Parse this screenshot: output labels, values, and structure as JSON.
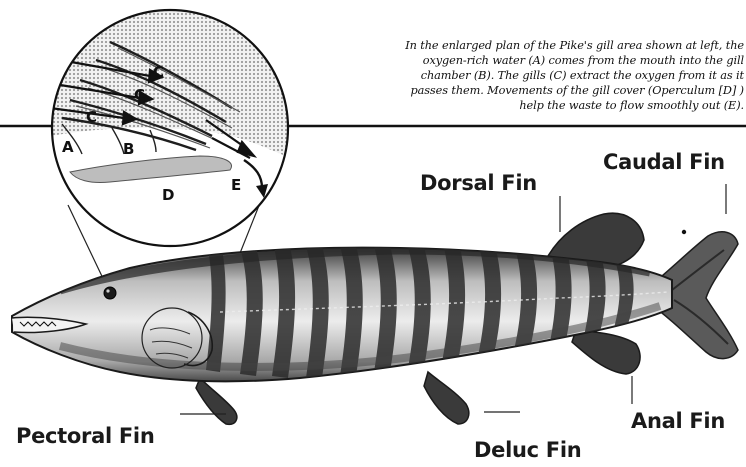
{
  "caption": {
    "lines": [
      "In the enlarged plan of the Pike's gill area shown at left, the",
      "oxygen-rich water (A) comes from the mouth into the gill",
      "chamber (B). The gills (C) extract the oxygen from it as it",
      "passes them. Movements of the gill cover (Operculum [D] )",
      "help the waste to flow smoothly out (E)."
    ]
  },
  "gill_labels": {
    "a": "A",
    "b": "B",
    "c1": "C",
    "c2": "C",
    "c3": "C",
    "d": "D",
    "e": "E"
  },
  "fin_labels": {
    "caudal": "Caudal Fin",
    "dorsal": "Dorsal Fin",
    "anal": "Anal Fin",
    "pectoral": "Pectoral Fin",
    "deluc": "Deluc Fin"
  },
  "colors": {
    "ink": "#1a1a1a",
    "fish_light": "#d9d9d9",
    "fish_mid": "#9a9a9a",
    "fish_dark": "#2e2e2e",
    "halftone": "#c8c8c8"
  }
}
